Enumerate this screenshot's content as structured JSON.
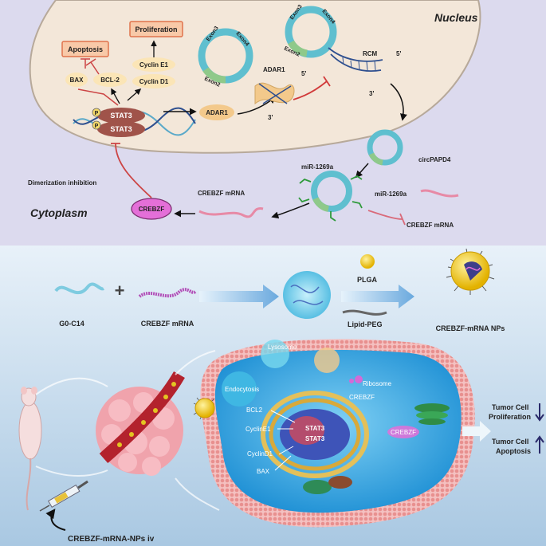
{
  "top": {
    "nucleus": "Nucleus",
    "cytoplasm": "Cytoplasm",
    "apoptosis": "Apoptosis",
    "proliferation": "Proliferation",
    "bax": "BAX",
    "bcl2": "BCL-2",
    "cyclin_e1": "Cyclin E1",
    "cyclin_d1": "Cyclin D1",
    "p": "P",
    "stat3": "STAT3",
    "adar1": "ADAR1",
    "exon2": "Exon2",
    "exon3": "Exon3",
    "exon4": "Exon4",
    "rcm": "RCM",
    "five_prime": "5'",
    "three_prime": "3'",
    "circpapd4": "circPAPD4",
    "mir1269a": "miR-1269a",
    "crebzf_mrna": "CREBZF mRNA",
    "crebzf": "CREBZF",
    "dimerization": "Dimerization inhibition"
  },
  "bottom": {
    "g0c14": "G0-C14",
    "plus": "+",
    "crebzf_mrna": "CREBZF mRNA",
    "plga": "PLGA",
    "lipid_peg": "Lipid-PEG",
    "nps": "CREBZF-mRNA NPs",
    "lysosome": "Lysosome",
    "endocytosis": "Endocytosis",
    "ribosome": "Ribosome",
    "crebzf": "CREBZF",
    "bcl2": "BCL2",
    "cyclin_e1": "CyclinE1",
    "cyclin_d1": "CyclinD1",
    "bax": "BAX",
    "stat3": "STAT3",
    "tumor_cell": "Tumor Cell",
    "proliferation": "Proliferation",
    "apoptosis": "Apoptosis",
    "injection": "CREBZF-mRNA-NPs iv"
  },
  "colors": {
    "panel_top": "#dcdaee",
    "nucleus": "#f3e7d9",
    "stat3": "#a0534a",
    "adar1": "#f3c98b",
    "exon_teal": "#5fbfcf",
    "exon_green": "#8fc98a",
    "crebzf": "#e46fd8",
    "box_border": "#e0734c",
    "panel_bottom": "#b6d3ea",
    "cell_membrane": "#eea7a7",
    "nucleus_blue": "#3e54b8"
  }
}
